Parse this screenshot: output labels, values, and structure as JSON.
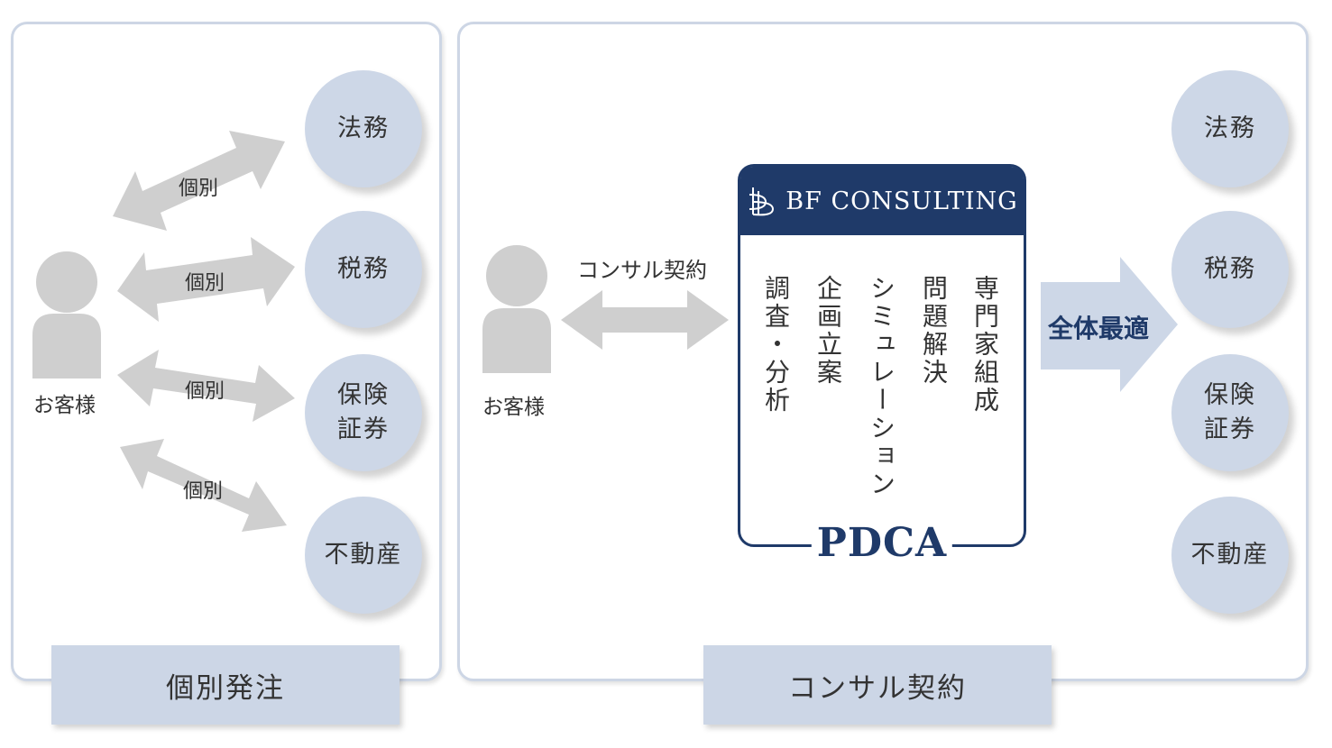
{
  "left_panel": {
    "title": "個別発注",
    "customer_label": "お客様",
    "arrow_labels": [
      "個別",
      "個別",
      "個別",
      "個別"
    ]
  },
  "right_panel": {
    "title": "コンサル契約",
    "customer_label": "お客様",
    "contract_label": "コンサル契約",
    "optimization_label": "全体最適"
  },
  "services": [
    "法務",
    "税務",
    "保険\n証券",
    "不動産"
  ],
  "service_lines": [
    [
      "法務"
    ],
    [
      "税務"
    ],
    [
      "保険",
      "証券"
    ],
    [
      "不動産"
    ]
  ],
  "bf_card": {
    "logo_text": "BF CONSULTING",
    "columns": [
      "専門家組成",
      "問題解決",
      "シミュレーション",
      "企画立案",
      "調査・分析"
    ],
    "footer": "PDCA"
  },
  "colors": {
    "navy": "#1f3a69",
    "circle": "#cdd7e7",
    "arrow_gray": "#cfcfcf",
    "arrow_blue": "#cdd7e7",
    "person_gray": "#cfcfcf"
  }
}
